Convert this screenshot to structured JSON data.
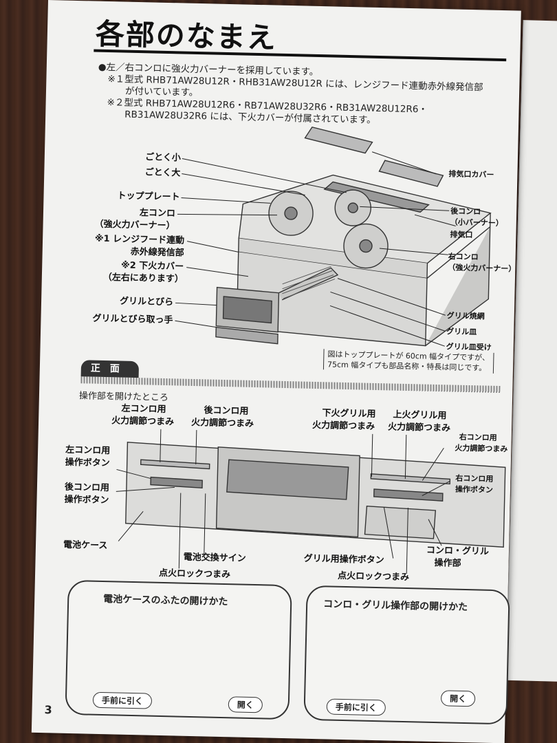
{
  "page": {
    "title": "各部のなまえ",
    "page_number": "3"
  },
  "notes": [
    "●左／右コンロに強火力バーナーを採用しています。",
    "※１型式 RHB71AW28U12R・RHB31AW28U12R には、レンジフード連動赤外線発信部",
    "が付いています。",
    "※２型式 RHB71AW28U12R6・RB71AW28U32R6・RB31AW28U12R6・",
    "RB31AW28U32R6 には、下火カバーが付属されています。"
  ],
  "top_labels_left": {
    "gotoku_sho": "ごとく小",
    "gotoku_dai": "ごとく大",
    "top_plate": "トッププレート",
    "left_konro": "左コンロ",
    "left_konro_sub": "（強火力バーナー）",
    "rangehood_1": "※1 レンジフード連動",
    "rangehood_2": "赤外線発信部",
    "shitabi_1": "※2 下火カバー",
    "shitabi_2": "（左右にあります）",
    "grill_tobira": "グリルとびら",
    "grill_handle": "グリルとびら取っ手"
  },
  "top_labels_right": {
    "exhaust_cover": "排気口カバー",
    "back_konro": "後コンロ",
    "back_konro_sub": "（小バーナー）",
    "exhaust": "排気口",
    "right_konro": "右コンロ",
    "right_konro_sub": "（強火力バーナー）",
    "grill_net": "グリル焼網",
    "grill_dish": "グリル皿",
    "grill_dish_holder": "グリル皿受け"
  },
  "figure_note": [
    "図はトッププレートが 60cm 幅タイプですが、",
    "75cm 幅タイプも部品名称・特長は同じです。"
  ],
  "front_section": {
    "tab": "正面",
    "opened_note": "操作部を開けたところ",
    "labels": {
      "left_knob_1": "左コンロ用",
      "left_knob_2": "火力調節つまみ",
      "back_knob_1": "後コンロ用",
      "back_knob_2": "火力調節つまみ",
      "lower_grill_1": "下火グリル用",
      "lower_grill_2": "火力調節つまみ",
      "upper_grill_1": "上火グリル用",
      "upper_grill_2": "火力調節つまみ",
      "right_knob_1": "右コンロ用",
      "right_knob_2": "火力調節つまみ",
      "left_btn_1": "左コンロ用",
      "left_btn_2": "操作ボタン",
      "back_btn_1": "後コンロ用",
      "back_btn_2": "操作ボタン",
      "right_btn_1": "右コンロ用",
      "right_btn_2": "操作ボタン",
      "battery_case": "電池ケース",
      "battery_sign": "電池交換サイン",
      "ignition_lock_left": "点火ロックつまみ",
      "grill_btn": "グリル用操作ボタン",
      "ignition_lock_right": "点火ロックつまみ",
      "konro_grill_1": "コンロ・グリル",
      "konro_grill_2": "操作部"
    }
  },
  "panels": {
    "battery": {
      "title": "電池ケースのふたの開けかた",
      "pull": "手前に引く",
      "open": "開く"
    },
    "operation": {
      "title": "コンロ・グリル操作部の開けかた",
      "pull": "手前に引く",
      "open": "開く"
    }
  }
}
